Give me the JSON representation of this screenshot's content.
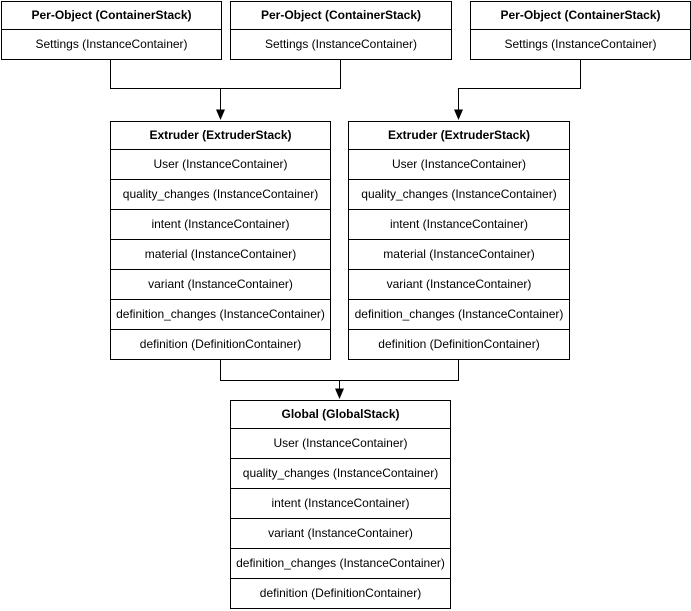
{
  "canvas": {
    "background": "#ffffff",
    "line_color": "#000000",
    "box_fill": "#ffffff",
    "text_color": "#000000"
  },
  "nodes": {
    "per_object_1": {
      "title": "Per-Object (ContainerStack)",
      "rows": [
        "Settings (InstanceContainer)"
      ]
    },
    "per_object_2": {
      "title": "Per-Object (ContainerStack)",
      "rows": [
        "Settings (InstanceContainer)"
      ]
    },
    "per_object_3": {
      "title": "Per-Object (ContainerStack)",
      "rows": [
        "Settings (InstanceContainer)"
      ]
    },
    "extruder_1": {
      "title": "Extruder (ExtruderStack)",
      "rows": [
        "User (InstanceContainer)",
        "quality_changes (InstanceContainer)",
        "intent (InstanceContainer)",
        "material (InstanceContainer)",
        "variant (InstanceContainer)",
        "definition_changes (InstanceContainer)",
        "definition (DefinitionContainer)"
      ]
    },
    "extruder_2": {
      "title": "Extruder (ExtruderStack)",
      "rows": [
        "User (InstanceContainer)",
        "quality_changes (InstanceContainer)",
        "intent (InstanceContainer)",
        "material (InstanceContainer)",
        "variant (InstanceContainer)",
        "definition_changes (InstanceContainer)",
        "definition (DefinitionContainer)"
      ]
    },
    "global": {
      "title": "Global (GlobalStack)",
      "rows": [
        "User (InstanceContainer)",
        "quality_changes (InstanceContainer)",
        "intent (InstanceContainer)",
        "variant (InstanceContainer)",
        "definition_changes (InstanceContainer)",
        "definition (DefinitionContainer)"
      ]
    }
  }
}
